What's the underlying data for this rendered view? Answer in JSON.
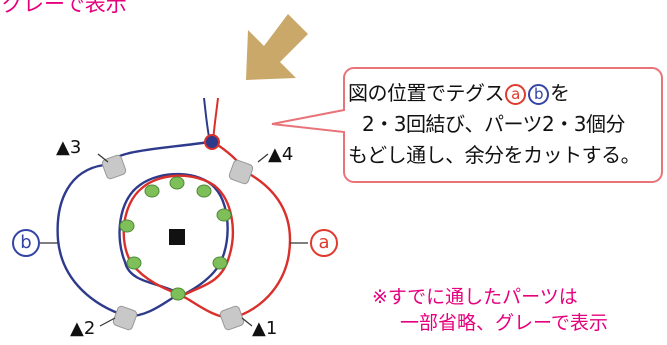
{
  "header_fragment": "グレーで表示",
  "callout": {
    "line1_pre": "図の位置でテグス",
    "mark_a": "a",
    "mark_b": "b",
    "line1_post": "を",
    "line2": "2・3回結び、パーツ2・3個分",
    "line3": "もどし通し、余分をカットする。"
  },
  "labels": {
    "tri1": "▲1",
    "tri2": "▲2",
    "tri3": "▲3",
    "tri4": "▲4",
    "circle_a": "a",
    "circle_b": "b"
  },
  "note": {
    "line1": "※すでに通したパーツは",
    "line2": "一部省略、グレーで表示"
  },
  "colors": {
    "red_thread": "#d9302b",
    "blue_thread": "#2e3a8c",
    "gray_part": "#c8c8c8",
    "green_part": "#7fbf5a",
    "arrow": "#c9a86a",
    "callout_border": "#e8747a",
    "note_text": "#e6007e"
  }
}
